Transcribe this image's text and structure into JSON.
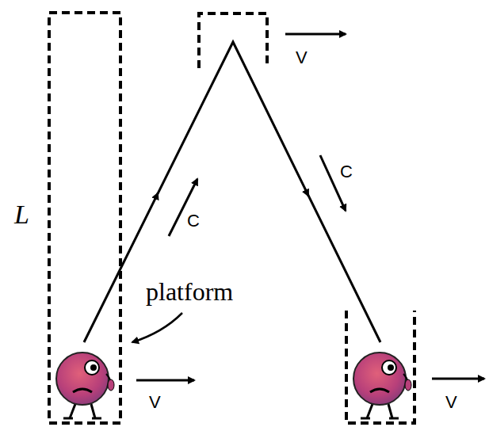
{
  "diagram": {
    "labels": [
      "V",
      "C",
      "L",
      "C",
      "platform",
      "V",
      "V"
    ]
  }
}
